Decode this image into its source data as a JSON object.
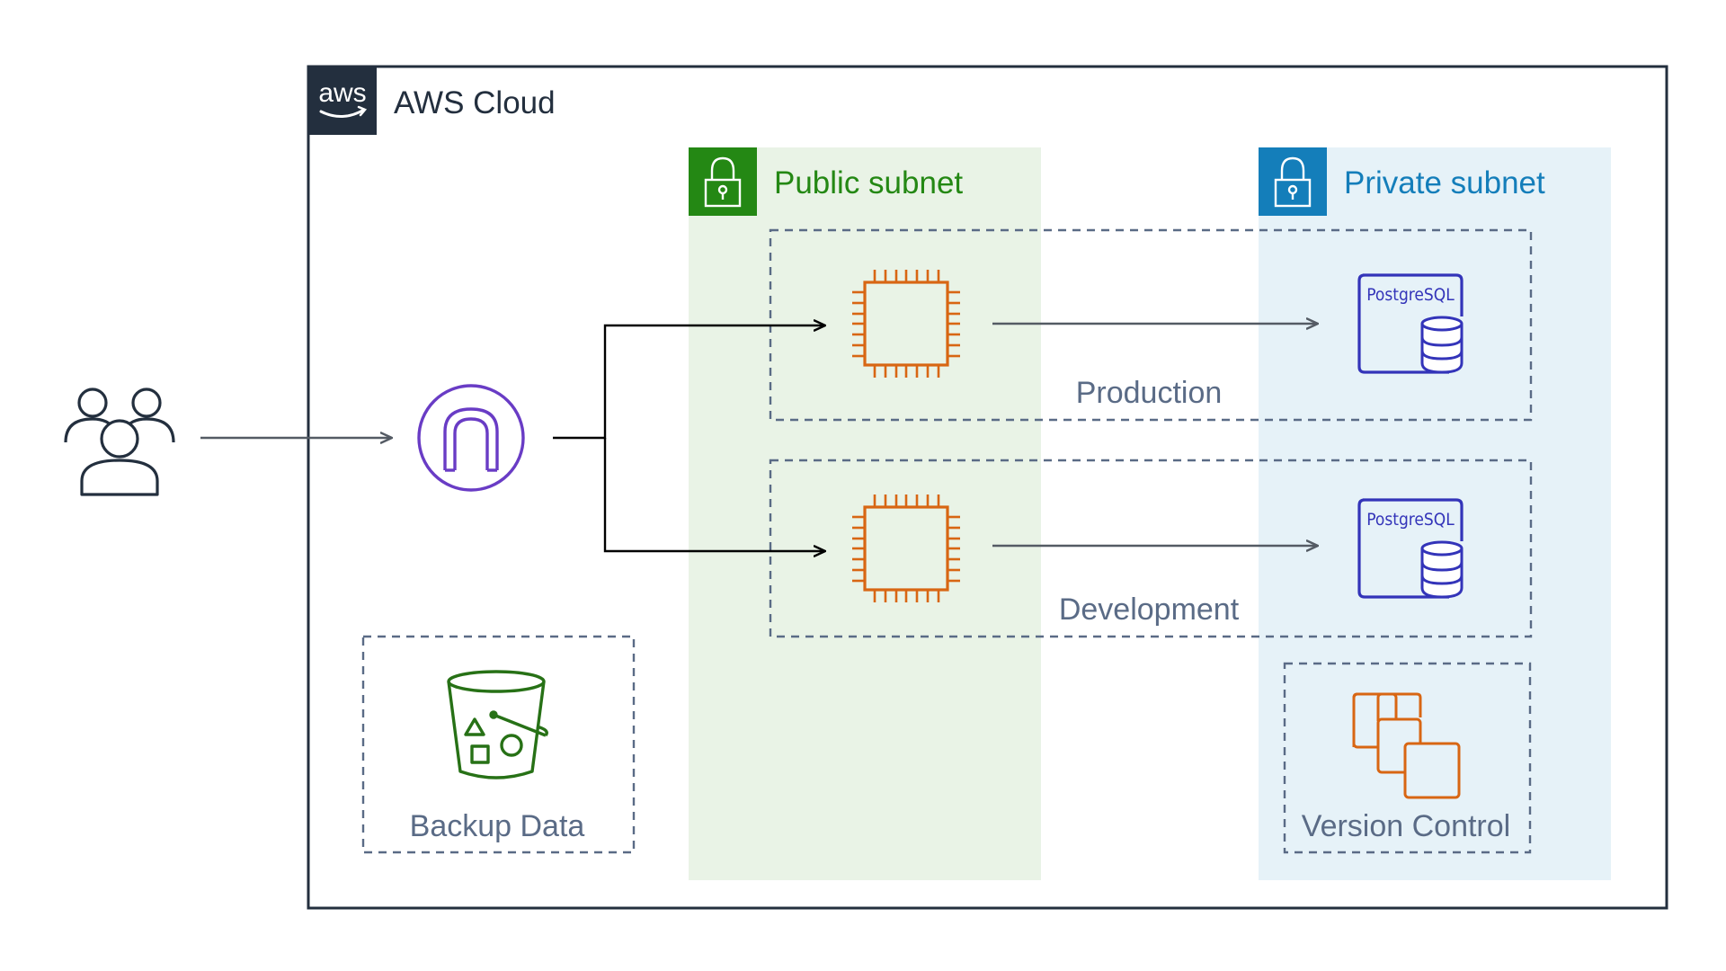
{
  "cloud": {
    "logo_text": "aws",
    "title": "AWS Cloud"
  },
  "subnets": {
    "public": {
      "label": "Public subnet",
      "color": "#248814",
      "bg": "#E9F3E6"
    },
    "private": {
      "label": "Private subnet",
      "color": "#147EBA",
      "bg": "#E6F2F8"
    }
  },
  "groups": {
    "production": "Production",
    "development": "Development",
    "backup": "Backup Data",
    "version_control": "Version Control"
  },
  "databases": {
    "production_db": "PostgreSQL",
    "development_db": "PostgreSQL"
  },
  "icons": {
    "users": "users-icon",
    "gateway": "internet-gateway-icon",
    "compute": "ec2-instance-icon",
    "database": "postgresql-database-icon",
    "bucket": "s3-bucket-icon",
    "version_control": "version-control-icon",
    "lock": "lock-icon"
  },
  "colors": {
    "ec2": "#D86613",
    "database": "#3334B9",
    "gateway": "#693CC5",
    "s3": "#277116",
    "group_text": "#5A6B86",
    "aws_dark": "#232F3E"
  }
}
